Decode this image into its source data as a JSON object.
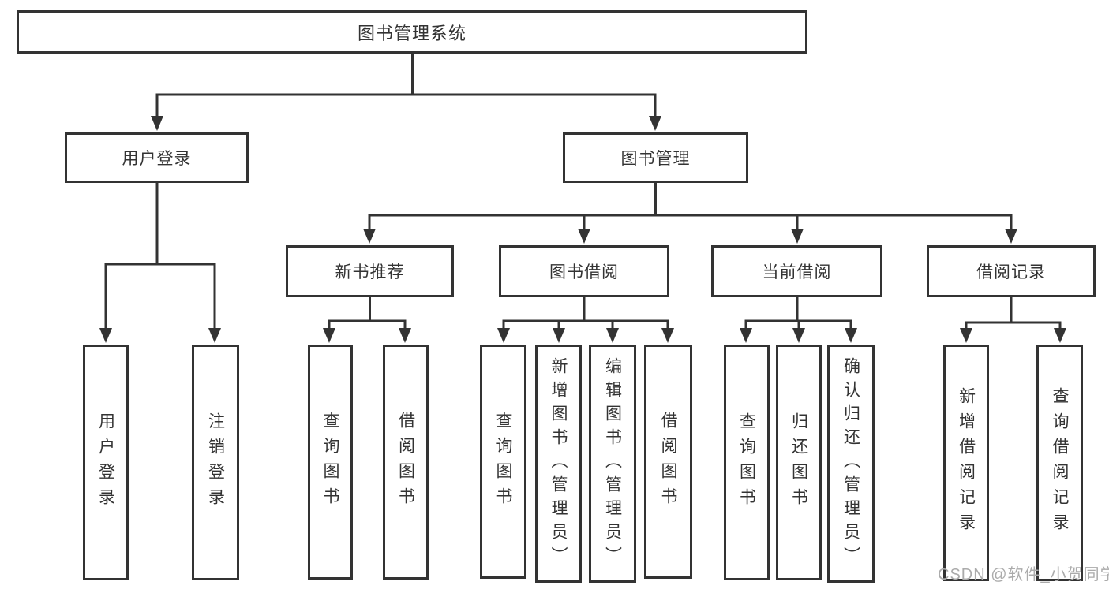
{
  "diagram": {
    "type": "hierarchy-tree",
    "line_color": "#333333",
    "text_color": "#333333",
    "background_color": "#ffffff"
  },
  "tree": {
    "label": "图书管理系统",
    "children": [
      {
        "label": "用户登录",
        "children": [
          {
            "label": "用户登录"
          },
          {
            "label": "注销登录"
          }
        ]
      },
      {
        "label": "图书管理",
        "children": [
          {
            "label": "新书推荐",
            "children": [
              {
                "label": "查询图书"
              },
              {
                "label": "借阅图书"
              }
            ]
          },
          {
            "label": "图书借阅",
            "children": [
              {
                "label": "查询图书"
              },
              {
                "label": "新增图书（管理员）"
              },
              {
                "label": "编辑图书（管理员）"
              },
              {
                "label": "借阅图书"
              }
            ]
          },
          {
            "label": "当前借阅",
            "children": [
              {
                "label": "查询图书"
              },
              {
                "label": "归还图书"
              },
              {
                "label": "确认归还（管理员）"
              }
            ]
          },
          {
            "label": "借阅记录",
            "children": [
              {
                "label": "新增借阅记录"
              },
              {
                "label": "查询借阅记录"
              }
            ]
          }
        ]
      }
    ]
  },
  "watermark": {
    "text": "CSDN @软件_小贺同学",
    "color": "#ababab"
  }
}
